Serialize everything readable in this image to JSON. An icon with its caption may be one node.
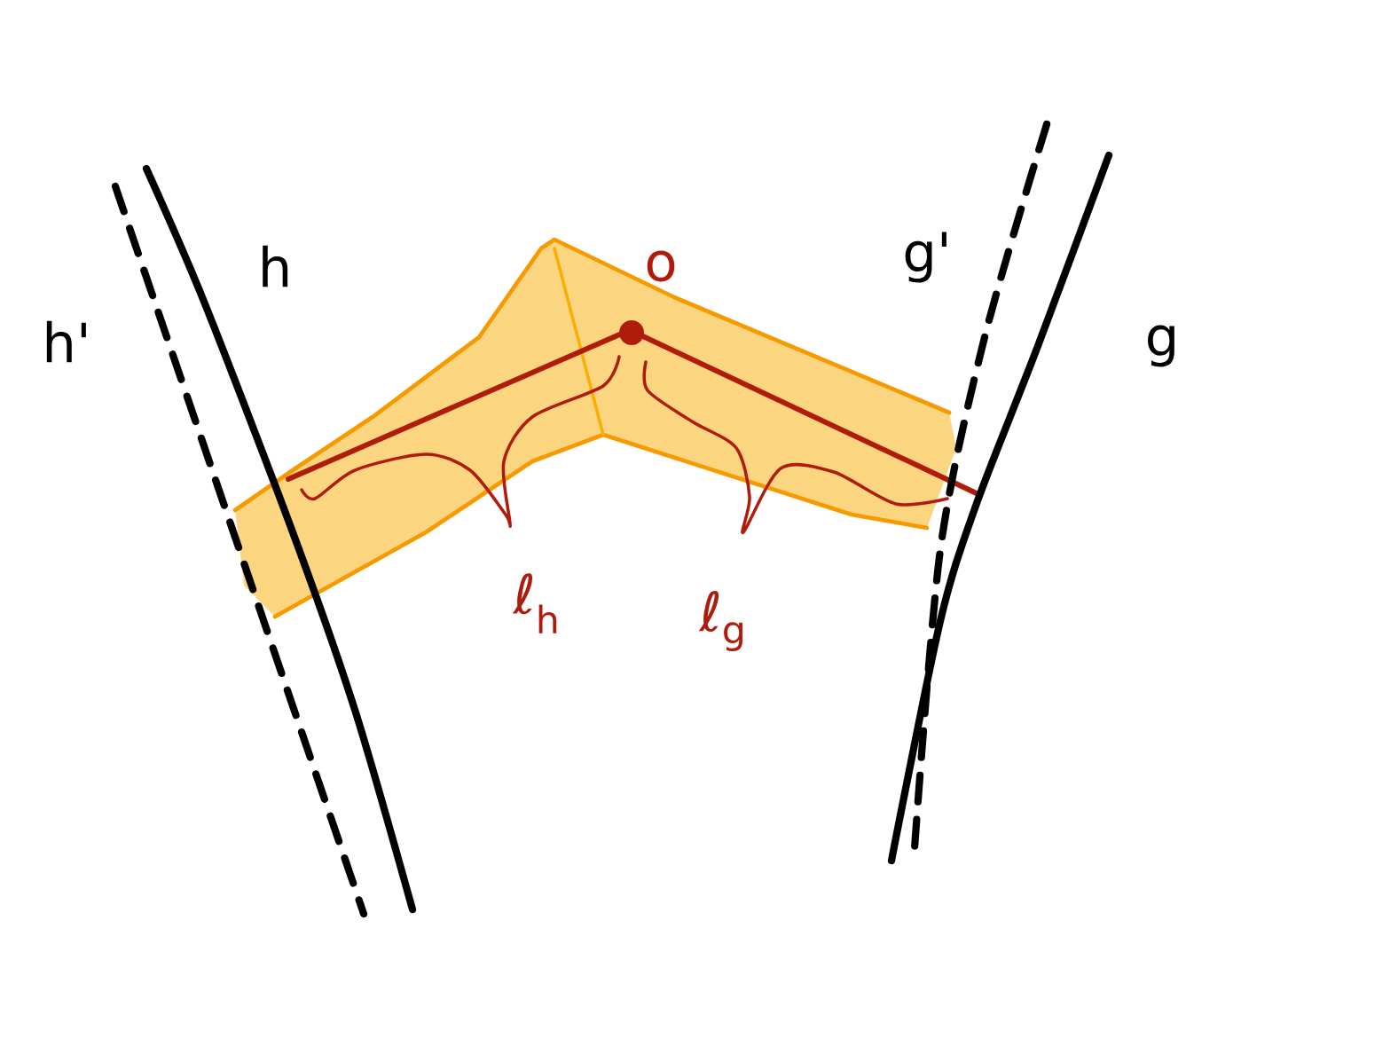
{
  "diagram": {
    "labels": [
      "h'",
      "h",
      "o",
      "g'",
      "g",
      "ℓ$_{h}$",
      "ℓ$_{g}$"
    ]
  }
}
